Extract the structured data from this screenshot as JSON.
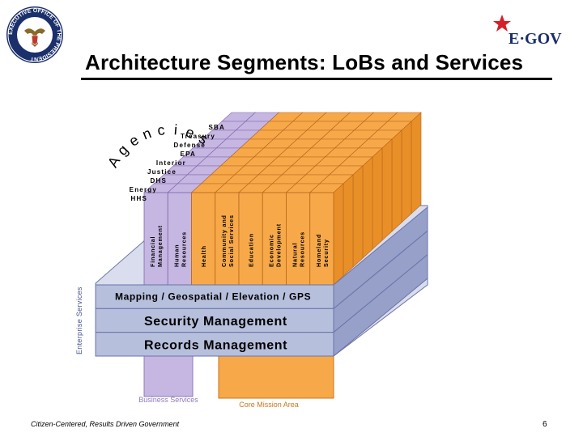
{
  "title": "Architecture Segments: LoBs and Services",
  "seal_text": "EXECUTIVE OFFICE OF THE PRESIDENT",
  "logo_text": "E·GOV",
  "agencies_label": "Agencies",
  "agencies": [
    "SBA",
    "Treasury",
    "Defense",
    "EPA",
    "Interior",
    "Justice",
    "DHS",
    "Energy",
    "HHS"
  ],
  "business_columns": [
    [
      "Financial",
      "Management"
    ],
    [
      "Human",
      "Resources"
    ]
  ],
  "mission_columns": [
    [
      "Health"
    ],
    [
      "Community and",
      "Social Services"
    ],
    [
      "Education"
    ],
    [
      "Economic",
      "Development"
    ],
    [
      "Natural",
      "Resources"
    ],
    [
      "Homeland",
      "Security"
    ]
  ],
  "enterprise_label": "Enterprise Services",
  "services": [
    "Mapping / Geospatial / Elevation / GPS",
    "Security Management",
    "Records Management"
  ],
  "business_services_label": "Business Services",
  "core_mission_label": "Core Mission Area",
  "footer": "Citizen-Centered, Results Driven Government",
  "page_number": "6",
  "colors": {
    "purple_front": "#c6b6e2",
    "purple_side": "#a48fc9",
    "orange_front": "#f7a94a",
    "orange_side": "#e88f28",
    "band_front": "#b6bfdc",
    "band_side": "#96a0c8",
    "band_line": "#6a74a8",
    "seal_blue": "#1b2f6b",
    "star_red": "#d4202a"
  }
}
